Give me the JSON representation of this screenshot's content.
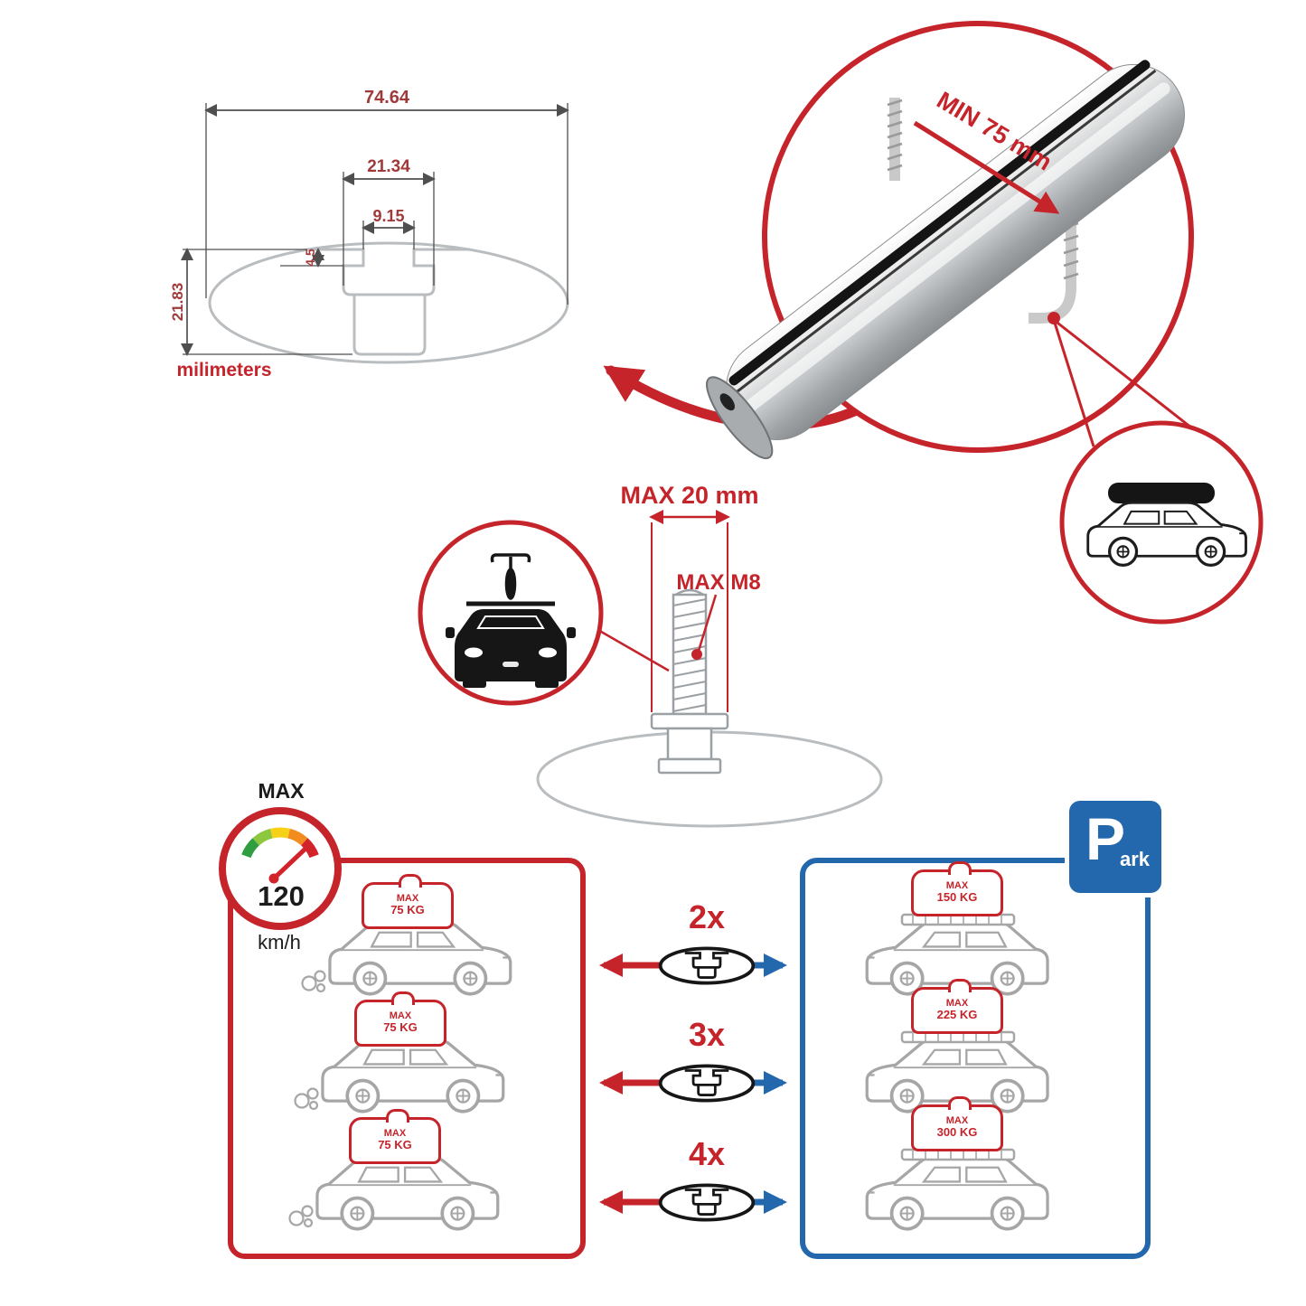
{
  "colors": {
    "accent_red": "#c5242b",
    "accent_blue": "#2368ac",
    "drawing_gray": "#b9bdbf",
    "dark": "#1b1b1b"
  },
  "icons": {
    "crossbar-3d-icon": "aluminum roof crossbar render",
    "clamp-u-bolt-icon": "threaded U clamp",
    "suv-roofbox-icon": "suv with roof cargo box",
    "car-front-bike-icon": "car front view with bicycle on roof",
    "speedometer-icon": "speed gauge green-to-red",
    "crossbar-profile-icon": "crossbar cross-section ellipse",
    "parking-icon": "blue parking sign"
  },
  "cross_section": {
    "width_outer": "74.64",
    "width_mid": "21.34",
    "width_inner": "9.15",
    "depth_small": "4.5",
    "height": "21.83",
    "units": "milimeters"
  },
  "clamp": {
    "min_gap": "MIN 75 mm"
  },
  "bolt": {
    "max_length": "MAX 20 mm",
    "max_thread": "MAX M8"
  },
  "speedometer": {
    "label": "MAX",
    "value": "120",
    "unit": "km/h"
  },
  "capacity": {
    "bar_counts": [
      "2x",
      "3x",
      "4x"
    ],
    "left": [
      {
        "label": "MAX",
        "weight": "75 KG"
      },
      {
        "label": "MAX",
        "weight": "75 KG"
      },
      {
        "label": "MAX",
        "weight": "75 KG"
      }
    ],
    "right": [
      {
        "label": "MAX",
        "weight": "150 KG"
      },
      {
        "label": "MAX",
        "weight": "225 KG"
      },
      {
        "label": "MAX",
        "weight": "300 KG"
      }
    ]
  },
  "parking_sign": {
    "letter": "P",
    "suffix": "ark"
  }
}
